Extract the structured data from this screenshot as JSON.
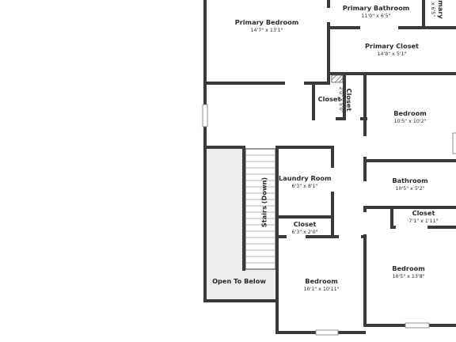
{
  "colors": {
    "wall": "#3a3a3a",
    "floor": "#ffffff",
    "open_area": "#ececec",
    "window": "#cfcfcf"
  },
  "rooms": [
    {
      "id": "primary-bedroom",
      "name": "Primary Bedroom",
      "dims": "14'7\" x 13'1\""
    },
    {
      "id": "primary-bathroom",
      "name": "Primary Bathroom",
      "dims": "11'0\" x 6'5\""
    },
    {
      "id": "primary-closet",
      "name": "Primary Closet",
      "dims": "14'8\" x 5'1\""
    },
    {
      "id": "closet-hall",
      "name": "Closet",
      "dims": ""
    },
    {
      "id": "closet-small",
      "name": "Closet",
      "dims": "2'0\" x 5'0\""
    },
    {
      "id": "bedroom-east",
      "name": "Bedroom",
      "dims": "10'5\" x 10'2\""
    },
    {
      "id": "laundry-room",
      "name": "Laundry Room",
      "dims": "6'3\" x 8'1\""
    },
    {
      "id": "bathroom",
      "name": "Bathroom",
      "dims": "10'5\" x 5'2\""
    },
    {
      "id": "closet-laundry",
      "name": "Closet",
      "dims": "6'3\" x 2'0\""
    },
    {
      "id": "closet-bedroom",
      "name": "Closet",
      "dims": "7'1\" x 1'11\""
    },
    {
      "id": "bedroom-south",
      "name": "Bedroom",
      "dims": "10'1\" x 10'11\""
    },
    {
      "id": "bedroom-southeast",
      "name": "Bedroom",
      "dims": "10'5\" x 13'8\""
    },
    {
      "id": "stairs",
      "name": "Stairs (Down)",
      "dims": ""
    },
    {
      "id": "open-to-below",
      "name": "Open To Below",
      "dims": ""
    },
    {
      "id": "cut-room",
      "name": "mary",
      "dims": "x 6'5\""
    }
  ]
}
